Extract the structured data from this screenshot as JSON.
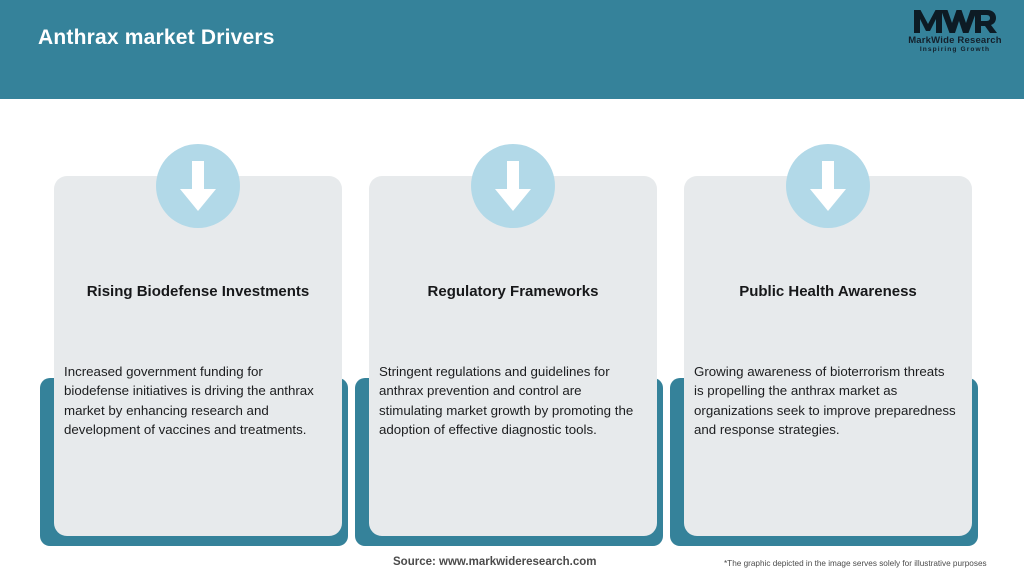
{
  "header": {
    "title": "Anthrax market Drivers",
    "background_color": "#35829a",
    "title_color": "#ffffff"
  },
  "logo": {
    "mark": "MWR",
    "name": "MarkWide Research",
    "tagline": "Inspiring Growth",
    "icon": "mwr-logo-icon"
  },
  "cards": [
    {
      "icon": "down-arrow-icon",
      "title": "Rising Biodefense Investments",
      "body": "Increased government funding for biodefense initiatives is driving the anthrax market by enhancing research and development of vaccines and treatments."
    },
    {
      "icon": "down-arrow-icon",
      "title": "Regulatory Frameworks",
      "body": "Stringent regulations and guidelines for anthrax prevention and control are stimulating market growth by promoting the adoption of effective diagnostic tools."
    },
    {
      "icon": "down-arrow-icon",
      "title": "Public Health Awareness",
      "body": "Growing awareness of bioterrorism threats is propelling the anthrax market as organizations seek to improve preparedness and response strategies."
    }
  ],
  "footer": {
    "source": "Source: www.markwideresearch.com",
    "note": "*The graphic depicted in the image serves solely for illustrative purposes"
  },
  "colors": {
    "accent_teal": "#35829a",
    "card_grey": "#e7eaec",
    "icon_circle_blue": "#b2d9e8",
    "text_dark": "#17181a",
    "footer_grey": "#4b4b4b"
  }
}
